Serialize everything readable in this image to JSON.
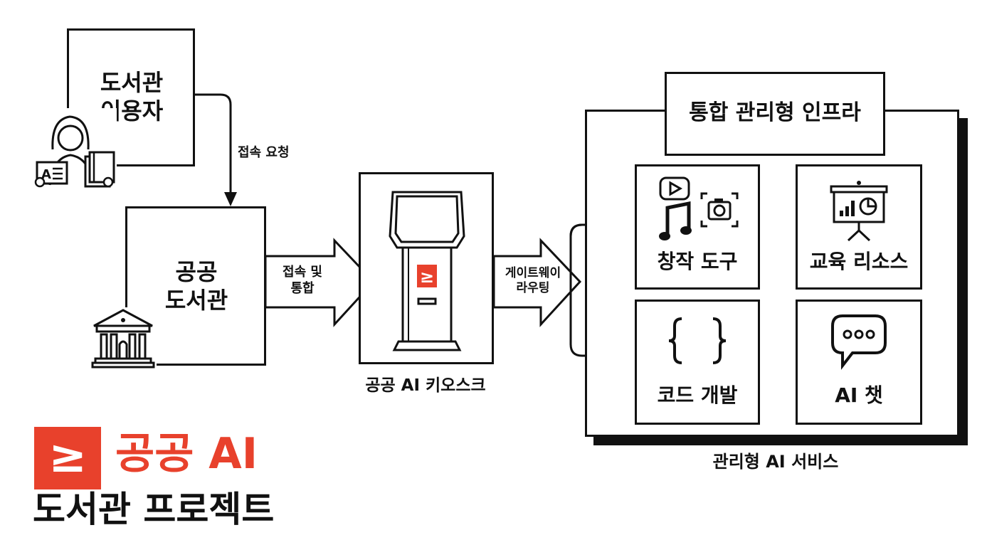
{
  "user": {
    "line1": "도서관",
    "line2": "이용자"
  },
  "library": {
    "line1": "공공",
    "line2": "도서관"
  },
  "edge_request": "접속 요청",
  "edge_integrate": {
    "line1": "접속 및",
    "line2": "통합"
  },
  "edge_gateway": {
    "line1": "게이트웨이",
    "line2": "라우팅"
  },
  "kiosk": {
    "label": "공공 AI 키오스크",
    "logo_glyph": "≥"
  },
  "infra": {
    "title": "통합 관리형 인프라",
    "caption": "관리형 AI 서비스"
  },
  "services": [
    {
      "label": "창작 도구",
      "icon": "media-tools-icon"
    },
    {
      "label": "교육 리소스",
      "icon": "presentation-chart-icon"
    },
    {
      "label": "코드 개발",
      "icon": "curly-braces-icon"
    },
    {
      "label": "AI 챗",
      "icon": "chat-bubble-icon"
    }
  ],
  "brand": {
    "glyph": "≥",
    "name": "공공 AI",
    "subtitle": "도서관 프로젝트"
  },
  "colors": {
    "accent": "#e8412c",
    "ink": "#111111",
    "bg": "#ffffff"
  }
}
